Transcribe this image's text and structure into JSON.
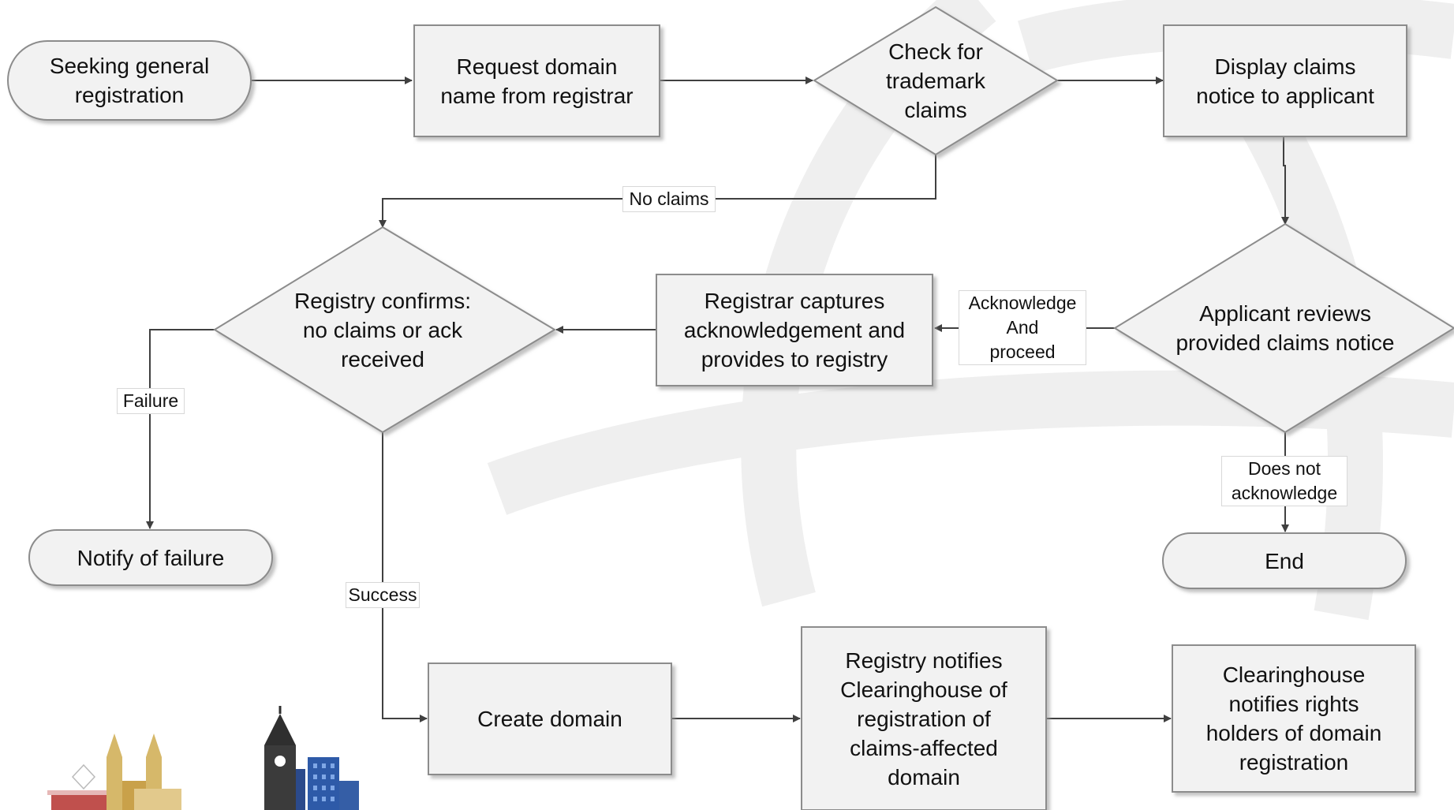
{
  "diagram": {
    "colors": {
      "shape_fill": "#f2f2f2",
      "shape_stroke": "#8c8c8c",
      "edge": "#404040",
      "watermark": "#eeeeee"
    },
    "nodes": {
      "start": {
        "label": "Seeking general\nregistration"
      },
      "request": {
        "label": "Request domain\nname from registrar"
      },
      "check": {
        "label": "Check for\ntrademark\nclaims"
      },
      "display": {
        "label": "Display claims\nnotice to applicant"
      },
      "registry_confirms": {
        "label": "Registry confirms:\nno claims or ack\nreceived"
      },
      "registrar_captures": {
        "label": "Registrar captures\nacknowledgement and\nprovides to registry"
      },
      "applicant_reviews": {
        "label": "Applicant reviews\nprovided claims notice"
      },
      "notify_failure": {
        "label": "Notify of failure"
      },
      "end": {
        "label": "End"
      },
      "create_domain": {
        "label": "Create domain"
      },
      "registry_notifies": {
        "label": "Registry notifies\nClearinghouse of\nregistration of\nclaims-affected\ndomain"
      },
      "clearinghouse_notifies": {
        "label": "Clearinghouse\nnotifies rights\nholders of domain\nregistration"
      }
    },
    "edge_labels": {
      "no_claims": "No claims",
      "acknowledge": "Acknowledge\nAnd\nproceed",
      "failure": "Failure",
      "does_not_ack": "Does not\nacknowledge",
      "success": "Success"
    }
  }
}
